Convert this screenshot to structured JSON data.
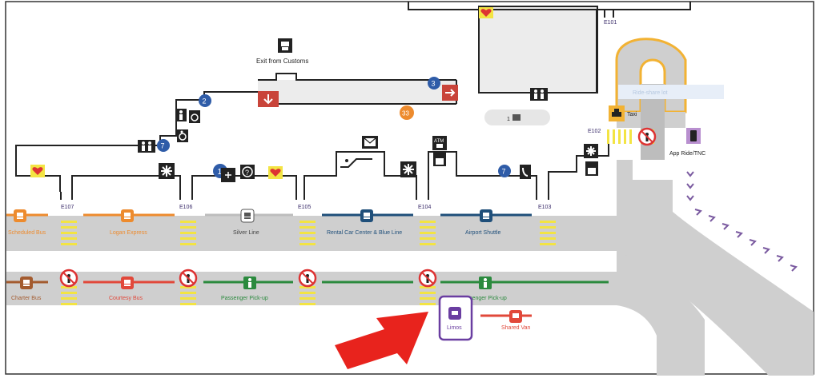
{
  "colors": {
    "road": "#cfcfcf",
    "terminal_area": "#ececec",
    "bus_orange": "#ed8b2e",
    "silver": "#bdbdbd",
    "rental_navy": "#1f4f7a",
    "courtesy_red": "#e1483a",
    "charter_brown": "#a35b2f",
    "pickup_green": "#2b8a3e",
    "limo_purple": "#6a3ea1",
    "marker_blue": "#2f5ca8",
    "exit_red": "#c9443a",
    "crosswalk_yellow": "#f3e443",
    "arrow_red": "#e8231d"
  },
  "labels": {
    "exit_from_customs": "Exit from Customs",
    "taxi": "Taxi",
    "app_ride": "App Ride/TNC",
    "faded_sign": "Ride-share lot"
  },
  "gates": [
    {
      "id": "e107",
      "label": "E107"
    },
    {
      "id": "e106",
      "label": "E106"
    },
    {
      "id": "e105",
      "label": "E105"
    },
    {
      "id": "e104",
      "label": "E104"
    },
    {
      "id": "e103",
      "label": "E103"
    },
    {
      "id": "e102",
      "label": "E102"
    },
    {
      "id": "e101",
      "label": "E101"
    }
  ],
  "curb_zones_top": [
    {
      "id": "scheduled-bus",
      "label": "Scheduled Bus",
      "icon": "bus-icon",
      "color": "#ed8b2e"
    },
    {
      "id": "logan-express",
      "label": "Logan Express",
      "icon": "bus-icon",
      "color": "#ed8b2e"
    },
    {
      "id": "silver-line",
      "label": "Silver Line",
      "icon": "bus-icon",
      "color": "#bdbdbd"
    },
    {
      "id": "rental-car",
      "label": "Rental Car Center & Blue Line",
      "icon": "bus-icon",
      "color": "#1f4f7a"
    },
    {
      "id": "airport-shuttle",
      "label": "Airport Shuttle",
      "icon": "bus-icon",
      "color": "#1f4f7a"
    }
  ],
  "curb_zones_bottom": [
    {
      "id": "charter-bus",
      "label": "Charter Bus",
      "icon": "bus-icon",
      "color": "#a35b2f"
    },
    {
      "id": "courtesy-bus",
      "label": "Courtesy Bus",
      "icon": "bus-icon",
      "color": "#e1483a"
    },
    {
      "id": "passenger-pickup-1",
      "label": "Passenger Pick-up",
      "icon": "person-waving-icon",
      "color": "#2b8a3e"
    },
    {
      "id": "passenger-pickup-2",
      "label": "Passenger Pick-up",
      "icon": "person-waving-icon",
      "color": "#2b8a3e"
    },
    {
      "id": "limos",
      "label": "Limos",
      "icon": "car-icon",
      "color": "#6a3ea1"
    },
    {
      "id": "shared-van",
      "label": "Shared Van",
      "icon": "van-icon",
      "color": "#e1483a"
    }
  ],
  "markers": {
    "m1": "1",
    "m2": "2",
    "m3": "3",
    "m7a": "7",
    "m7b": "7",
    "m33": "33",
    "lot_count": "1"
  },
  "icons": [
    "aed-heart-icon",
    "restroom-icon",
    "wheelchair-icon",
    "family-restroom-icon",
    "first-aid-icon",
    "info-question-icon",
    "mail-icon",
    "escalator-icon",
    "atm-icon",
    "phone-icon",
    "exit-down-arrow-icon",
    "exit-right-arrow-icon",
    "no-pedestrian-icon",
    "taxi-icon",
    "phone-ride-icon",
    "walking-chevron-icon",
    "red-pointer-arrow-icon",
    "customs-icon"
  ],
  "highlight": {
    "target": "Limos"
  }
}
